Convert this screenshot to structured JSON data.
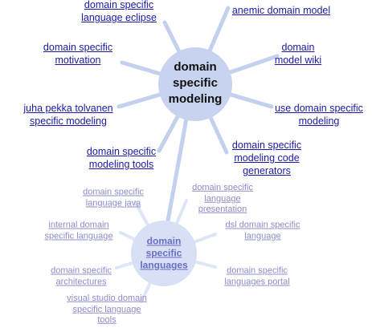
{
  "colors": {
    "main_spoke": "#c3d0ee",
    "main_hub": "#c7d3ef",
    "sub_spoke": "#dde5f6",
    "sub_hub": "#d7e0f4",
    "main_link": "#1a1aa6",
    "sub_link": "#8c8cc8"
  },
  "main_hub": {
    "lines": [
      "domain",
      "specific",
      "modeling"
    ]
  },
  "main_nodes": [
    {
      "lines": [
        "domain specific",
        "language eclipse"
      ]
    },
    {
      "lines": [
        "anemic domain model"
      ]
    },
    {
      "lines": [
        "domain specific",
        "motivation"
      ]
    },
    {
      "lines": [
        "domain",
        "model wiki"
      ]
    },
    {
      "lines": [
        "juha pekka tolvanen",
        "specific modeling"
      ]
    },
    {
      "lines": [
        "use domain specific",
        "modeling"
      ]
    },
    {
      "lines": [
        "domain specific",
        "modeling tools"
      ]
    },
    {
      "lines": [
        "domain specific",
        "modeling code",
        "generators"
      ]
    }
  ],
  "sub_hub": {
    "lines": [
      "domain",
      "specific",
      "languages"
    ]
  },
  "sub_nodes": [
    {
      "lines": [
        "domain specific",
        "language java"
      ]
    },
    {
      "lines": [
        "domain specific",
        "language",
        "presentation"
      ]
    },
    {
      "lines": [
        "internal domain",
        "specific language"
      ]
    },
    {
      "lines": [
        "dsl domain specific",
        "language"
      ]
    },
    {
      "lines": [
        "domain specific",
        "architectures"
      ]
    },
    {
      "lines": [
        "domain specific",
        "languages portal"
      ]
    },
    {
      "lines": [
        "visual studio domain",
        "specific language",
        "tools"
      ]
    }
  ]
}
